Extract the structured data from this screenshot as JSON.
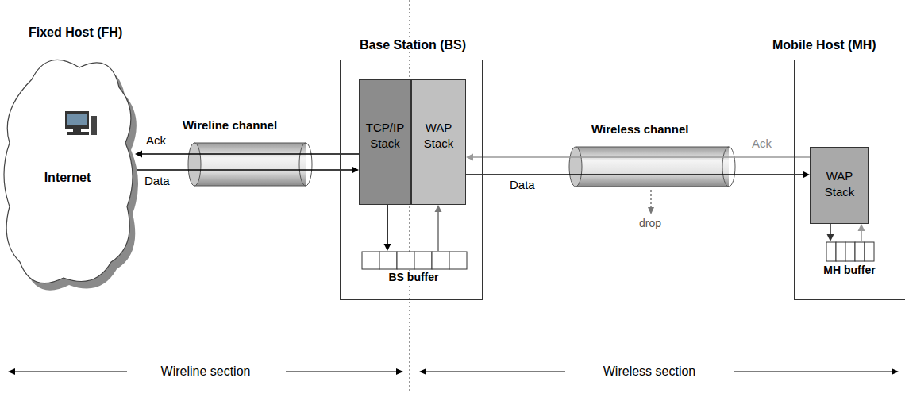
{
  "diagram": {
    "nodes": [
      {
        "text": [
          "Fixed Host (FH)",
          "Internet"
        ]
      },
      {
        "text": [
          "Base Station (BS)"
        ]
      },
      {
        "text": [
          "TCP/IP Stack"
        ],
        "in": 1
      },
      {
        "text": [
          "WAP Stack"
        ],
        "in": 1
      },
      {
        "text": [
          "BS buffer"
        ],
        "in": 1
      },
      {
        "text": [
          "Mobile Host (MH)"
        ]
      },
      {
        "text": [
          "WAP Stack"
        ],
        "in": 5
      },
      {
        "text": [
          "MH buffer"
        ],
        "in": 5
      }
    ],
    "edges": [
      {
        "from": 2,
        "to": 0,
        "label": "Ack",
        "arrow": "to"
      },
      {
        "from": 0,
        "to": 2,
        "label": "Data",
        "arrow": "to"
      },
      {
        "from": 6,
        "to": 3,
        "label": "Ack",
        "arrow": "to"
      },
      {
        "from": 3,
        "to": 6,
        "label": "Data",
        "arrow": "to"
      },
      {
        "from": 2,
        "to": 4,
        "arrow": "to"
      },
      {
        "from": 4,
        "to": 3,
        "arrow": "to"
      },
      {
        "from": 6,
        "to": 7,
        "arrow": "to"
      },
      {
        "from": 7,
        "to": 6,
        "arrow": "to"
      }
    ],
    "labels": [
      "Wireline channel",
      "Wireless channel",
      "drop",
      "Wireline section",
      "Wireless section"
    ]
  }
}
